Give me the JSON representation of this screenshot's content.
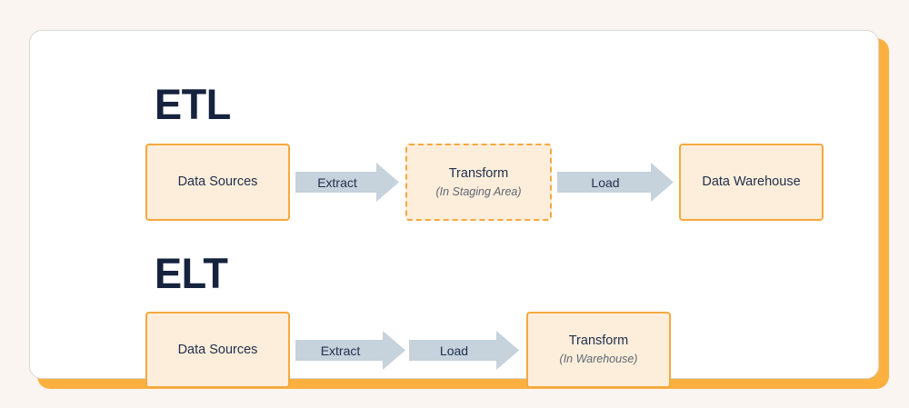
{
  "theme": {
    "page_background": "#faf5f0",
    "card_background": "#ffffff",
    "card_border": "#d8d8d8",
    "accent_orange": "#fbb040",
    "node_fill": "#fdeedb",
    "node_border": "#f5a93f",
    "arrow_fill": "#c6d2dc",
    "heading_color": "#16233f",
    "label_color": "#22304d",
    "sublabel_color": "#5d6672"
  },
  "diagram": {
    "type": "pipeline-comparison",
    "sections": [
      {
        "id": "etl",
        "title": "ETL",
        "nodes": [
          {
            "id": "etl-source",
            "label": "Data Sources",
            "sublabel": "",
            "border": "solid"
          },
          {
            "id": "etl-transform",
            "label": "Transform",
            "sublabel": "(In Staging Area)",
            "border": "dashed"
          },
          {
            "id": "etl-target",
            "label": "Data Warehouse",
            "sublabel": "",
            "border": "solid"
          }
        ],
        "arrows": [
          {
            "id": "etl-arrow-extract",
            "label": "Extract"
          },
          {
            "id": "etl-arrow-load",
            "label": "Load"
          }
        ]
      },
      {
        "id": "elt",
        "title": "ELT",
        "nodes": [
          {
            "id": "elt-source",
            "label": "Data Sources",
            "sublabel": "",
            "border": "solid"
          },
          {
            "id": "elt-transform",
            "label": "Transform",
            "sublabel": "(In Warehouse)",
            "border": "solid"
          }
        ],
        "arrows": [
          {
            "id": "elt-arrow-extract",
            "label": "Extract"
          },
          {
            "id": "elt-arrow-load",
            "label": "Load"
          }
        ]
      }
    ]
  }
}
